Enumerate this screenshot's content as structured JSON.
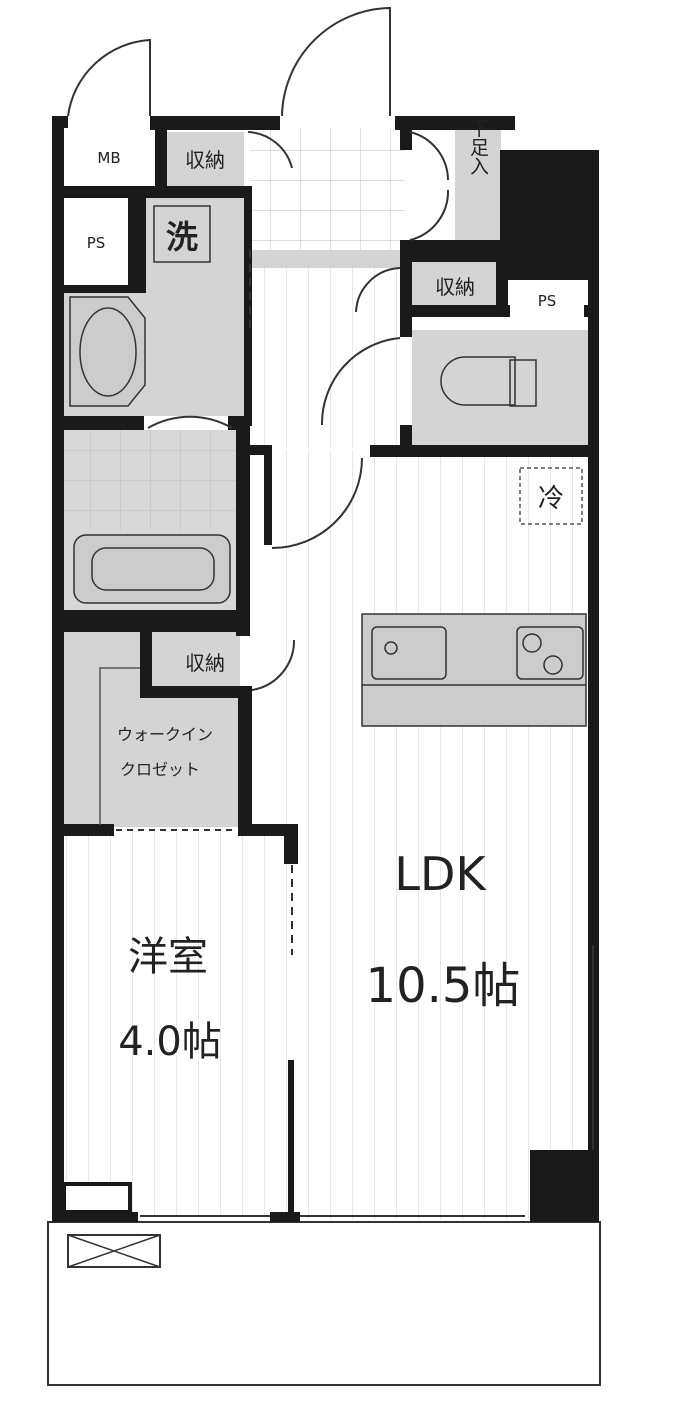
{
  "floorplan": {
    "rooms": {
      "mb": "MB",
      "storage_top": "収納",
      "shoe_cabinet": "下足入",
      "ps_left": "PS",
      "washing_machine": "洗",
      "storage_right": "収納",
      "ps_right": "PS",
      "fridge": "冷",
      "storage_wic": "収納",
      "wic_line1": "ウォークイン",
      "wic_line2": "クロゼット",
      "ldk_name": "LDK",
      "ldk_size": "10.5帖",
      "bedroom_name": "洋室",
      "bedroom_size": "4.0帖"
    },
    "colors": {
      "wall": "#1a1a1a",
      "wet_area": "#d4d4d4",
      "floor": "#ffffff"
    }
  }
}
